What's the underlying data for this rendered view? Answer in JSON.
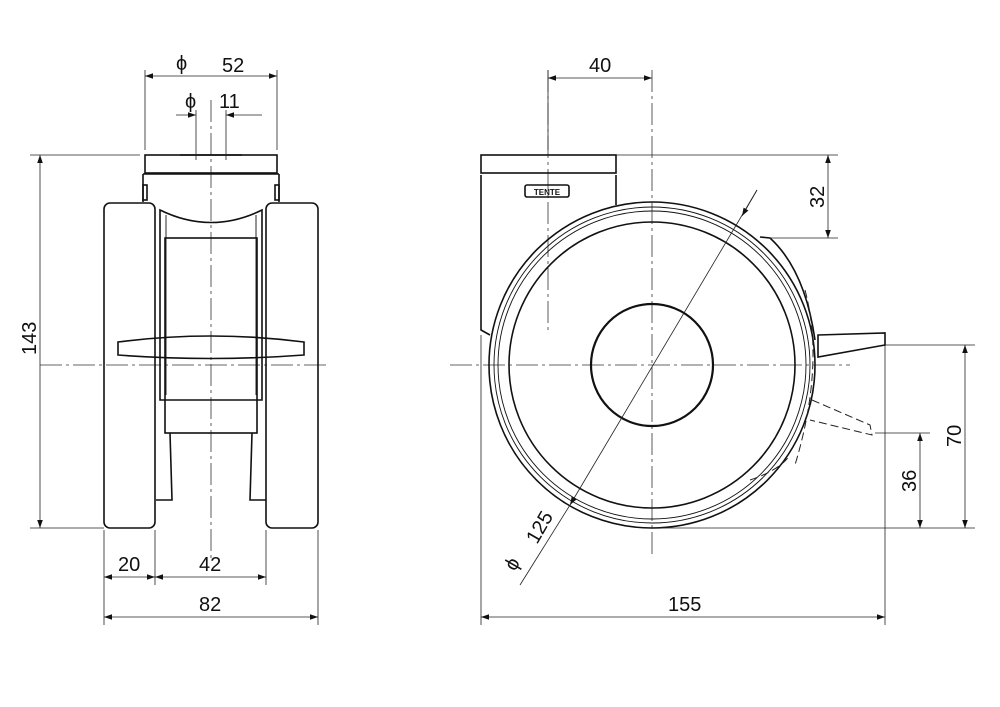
{
  "drawing": {
    "logo": "TENTE",
    "front_view": {
      "dim_top_plate": {
        "symbol": "ϕ",
        "value": "52"
      },
      "dim_bolt_hole": {
        "symbol": "ϕ",
        "value": "11"
      },
      "dim_height": "143",
      "dim_wheel_width": "20",
      "dim_wheel_gap": "42",
      "dim_total_width": "82"
    },
    "side_view": {
      "dim_offset": "40",
      "dim_plate_to_brake": "32",
      "dim_brake_height": "70",
      "dim_brake_released_height": "36",
      "dim_wheel_diameter": {
        "symbol": "ϕ",
        "value": "125"
      },
      "dim_total_length": "155"
    }
  }
}
